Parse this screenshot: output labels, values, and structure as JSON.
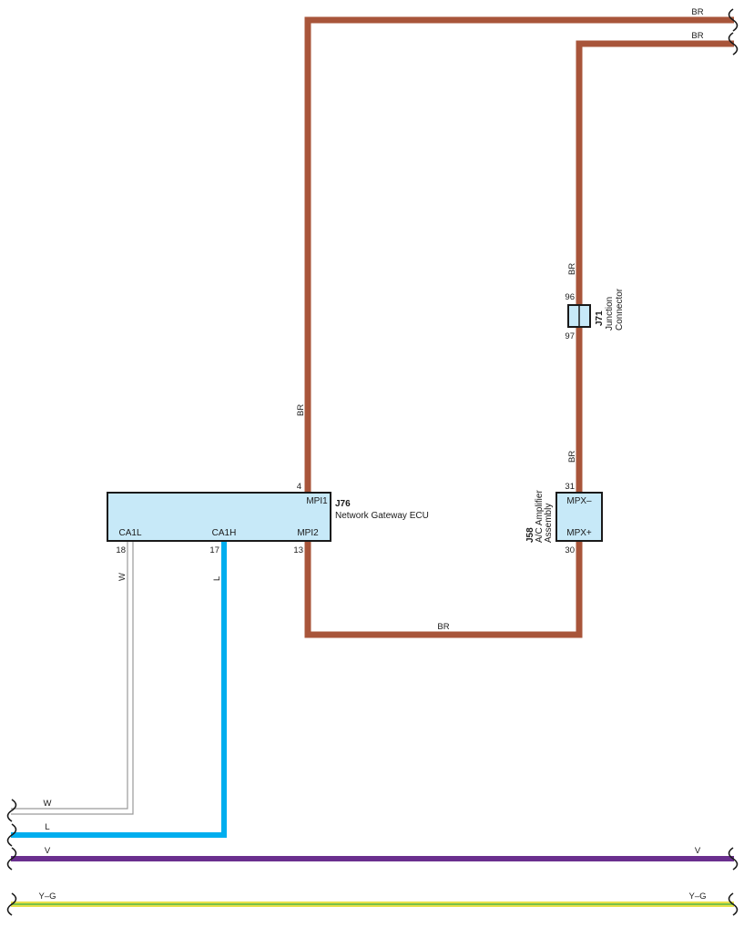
{
  "colors": {
    "BR": "#a8553a",
    "L": "#00aeef",
    "V": "#6a2f8e",
    "W": "#9a9a9a",
    "YG_yellow": "#e8e04a",
    "YG_green": "#55b848",
    "box_fill": "#c7e9f8",
    "box_stroke": "#1a1a1a"
  },
  "wires": {
    "br_top_1": "BR",
    "br_top_2": "BR",
    "br_j71_upper": "BR",
    "br_j71_lower": "BR",
    "br_j76_upper": "BR",
    "br_bottom_loop": "BR",
    "w_vertical": "W",
    "w_horizontal": "W",
    "l_vertical": "L",
    "l_horizontal": "L",
    "v_left": "V",
    "v_right": "V",
    "yg_left": "Y–G",
    "yg_right": "Y–G"
  },
  "j76": {
    "code": "J76",
    "name": "Network Gateway ECU",
    "pins": {
      "mpi1": {
        "label": "MPI1",
        "number": "4"
      },
      "mpi2": {
        "label": "MPI2",
        "number": "13"
      },
      "ca1l": {
        "label": "CA1L",
        "number": "18"
      },
      "ca1h": {
        "label": "CA1H",
        "number": "17"
      }
    }
  },
  "j71": {
    "code": "J71",
    "name_line1": "Junction",
    "name_line2": "Connector",
    "pin_top": "96",
    "pin_bottom": "97"
  },
  "j58": {
    "code": "J58",
    "name_line1": "A/C Amplifier",
    "name_line2": "Assembly",
    "pins": {
      "mpx_minus": {
        "label": "MPX–",
        "number": "31"
      },
      "mpx_plus": {
        "label": "MPX+",
        "number": "30"
      }
    }
  }
}
